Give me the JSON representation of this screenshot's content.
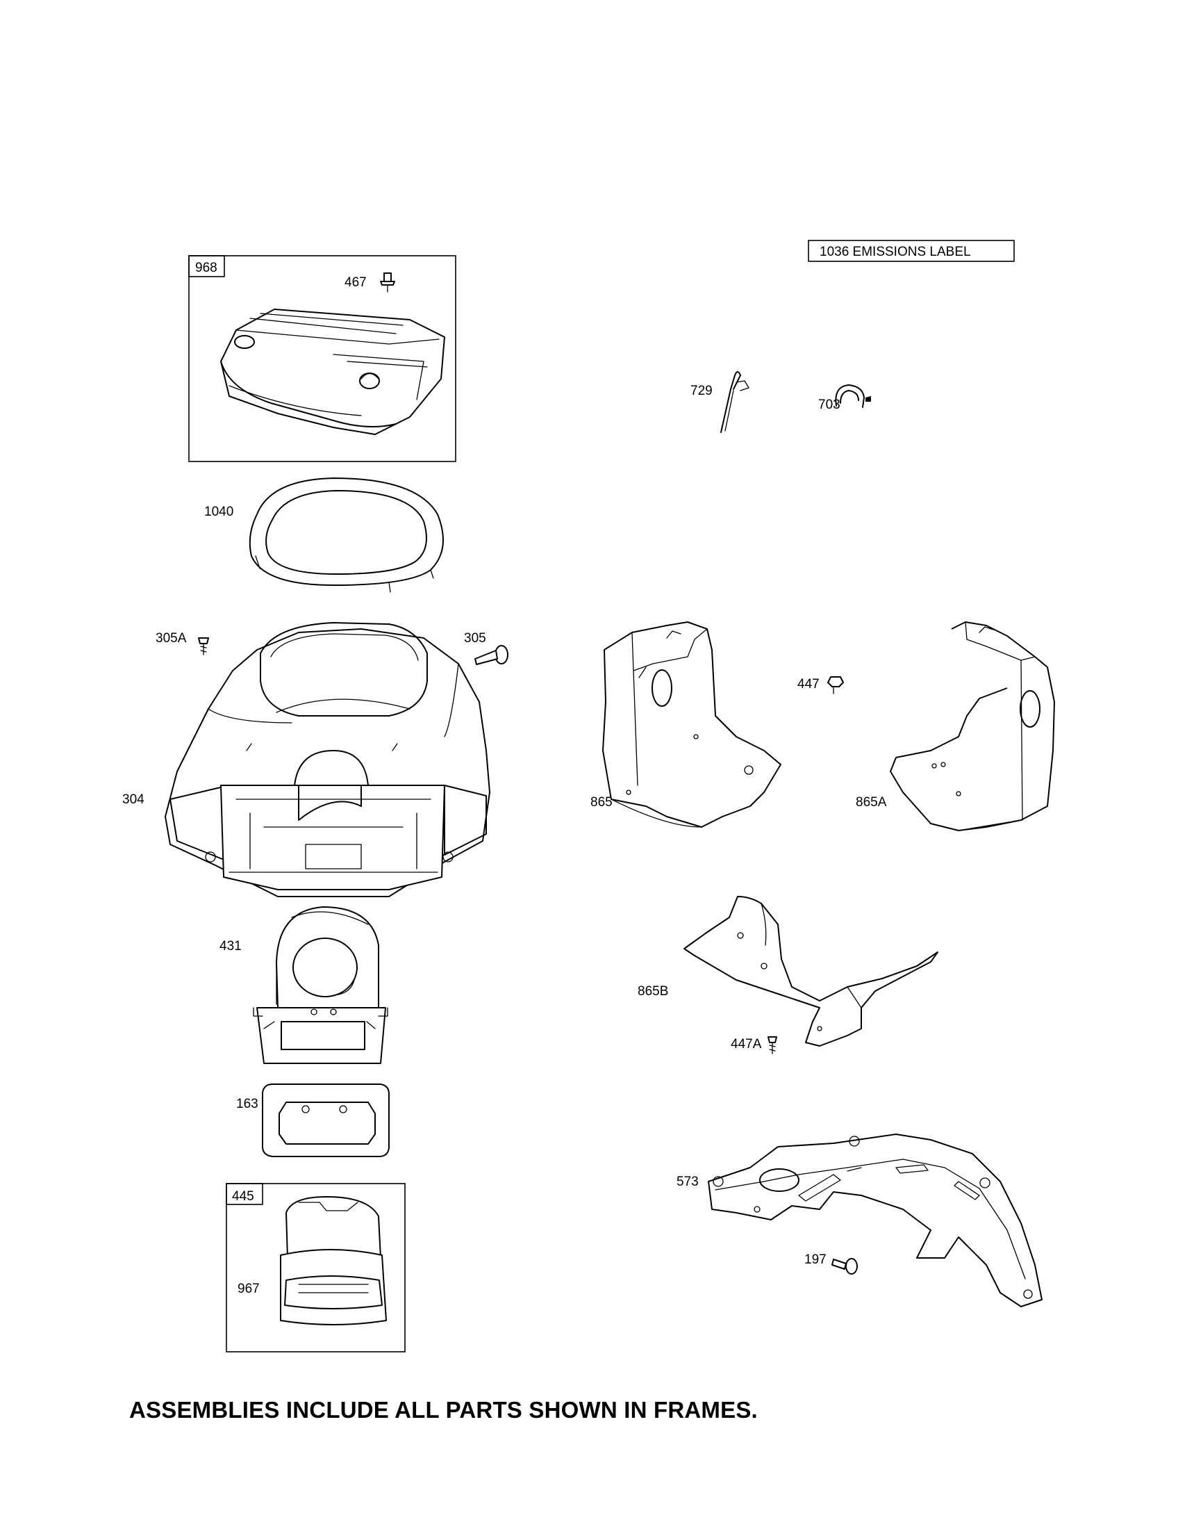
{
  "frames": {
    "f968": "968",
    "f445": "445"
  },
  "emissions_label": "1036 EMISSIONS LABEL",
  "labels": {
    "p467": "467",
    "p1040": "1040",
    "p305A": "305A",
    "p305": "305",
    "p304": "304",
    "p431": "431",
    "p163": "163",
    "p967": "967",
    "p729": "729",
    "p703": "703",
    "p447": "447",
    "p865": "865",
    "p865A": "865A",
    "p865B": "865B",
    "p447A": "447A",
    "p573": "573",
    "p197": "197"
  },
  "footer_note": "ASSEMBLIES INCLUDE ALL PARTS SHOWN IN FRAMES."
}
